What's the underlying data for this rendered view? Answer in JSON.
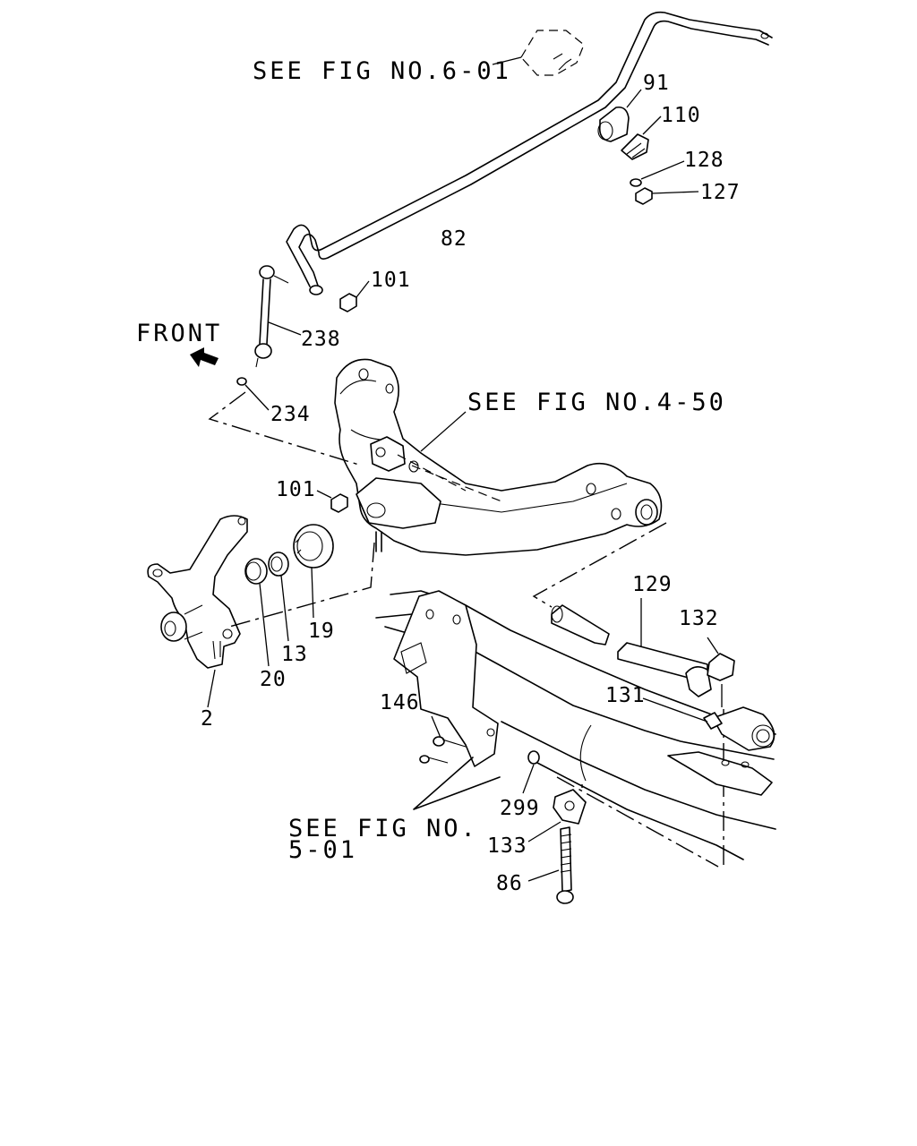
{
  "references": {
    "fig_6_01": "SEE FIG NO.6-01",
    "fig_4_50": "SEE FIG NO.4-50",
    "fig_5_01_line1": "SEE FIG NO.",
    "fig_5_01_line2": "5-01"
  },
  "direction_label": "FRONT",
  "part_numbers": {
    "p91": "91",
    "p110": "110",
    "p128": "128",
    "p127": "127",
    "p82": "82",
    "p101_top": "101",
    "p238": "238",
    "p234": "234",
    "p101_mid": "101",
    "p19": "19",
    "p13": "13",
    "p20": "20",
    "p2": "2",
    "p129": "129",
    "p132": "132",
    "p131": "131",
    "p146": "146",
    "p299": "299",
    "p133": "133",
    "p86": "86"
  }
}
